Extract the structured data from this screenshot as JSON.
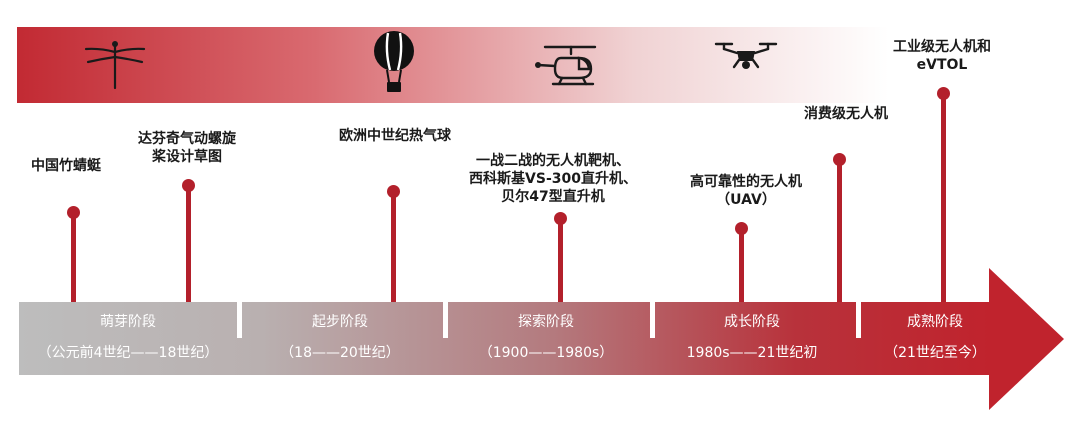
{
  "milestones": [
    {
      "label": "中国竹蜻蜓"
    },
    {
      "label": "达芬奇气动螺旋\n桨设计草图"
    },
    {
      "label": "欧洲中世纪热气球"
    },
    {
      "label": "一战二战的无人机靶机、\n西科斯基VS-300直升机、\n贝尔47型直升机"
    },
    {
      "label": "高可靠性的无人机\n（UAV）"
    },
    {
      "label": "消费级无人机"
    },
    {
      "label": "工业级无人机和\neVTOL"
    }
  ],
  "stages": [
    {
      "name": "萌芽阶段",
      "period": "（公元前4世纪——18世纪）"
    },
    {
      "name": "起步阶段",
      "period": "（18——20世纪）"
    },
    {
      "name": "探索阶段",
      "period": "（1900——1980s）"
    },
    {
      "name": "成长阶段",
      "period": "1980s——21世纪初"
    },
    {
      "name": "成熟阶段",
      "period": "（21世纪至今）"
    }
  ],
  "icons": [
    "dragonfly-icon",
    "hot-air-balloon-icon",
    "helicopter-icon",
    "drone-icon"
  ],
  "colors": {
    "accent": "#b3202b",
    "banner_start": "#c22a33"
  }
}
